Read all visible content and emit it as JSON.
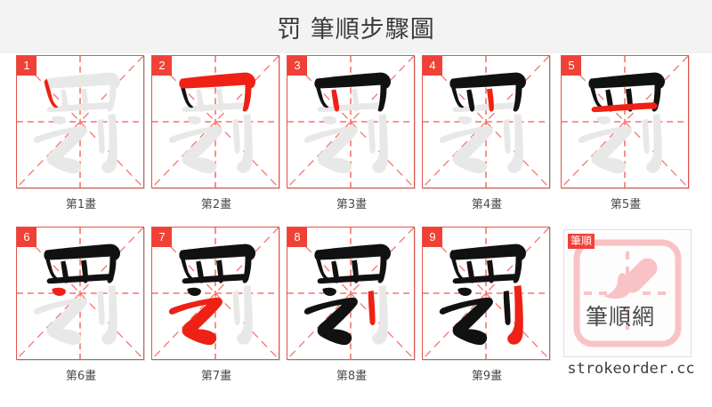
{
  "header": {
    "character": "罚",
    "title": "罚 筆順步驟圖"
  },
  "colors": {
    "accent_red": "#ef4136",
    "grid_border": "#e4544a",
    "guide_line": "#f4736b",
    "ghost_stroke": "#e8e8e8",
    "done_stroke": "#111111",
    "current_stroke": "#ef2015",
    "header_bg": "#f3f3f3",
    "caption_text": "#4b4b4b",
    "logo_pink": "#f9c3c6"
  },
  "steps": [
    {
      "index": "1",
      "caption": "第1畫",
      "stroke_count": 1
    },
    {
      "index": "2",
      "caption": "第2畫",
      "stroke_count": 2
    },
    {
      "index": "3",
      "caption": "第3畫",
      "stroke_count": 3
    },
    {
      "index": "4",
      "caption": "第4畫",
      "stroke_count": 4
    },
    {
      "index": "5",
      "caption": "第5畫",
      "stroke_count": 5
    },
    {
      "index": "6",
      "caption": "第6畫",
      "stroke_count": 6
    },
    {
      "index": "7",
      "caption": "第7畫",
      "stroke_count": 7
    },
    {
      "index": "8",
      "caption": "第8畫",
      "stroke_count": 8
    },
    {
      "index": "9",
      "caption": "第9畫",
      "stroke_count": 9
    }
  ],
  "logo": {
    "badge": "筆順",
    "wordmark": "筆順網",
    "icon": "brush-icon"
  },
  "footer": {
    "site": "strokeorder.cc"
  }
}
